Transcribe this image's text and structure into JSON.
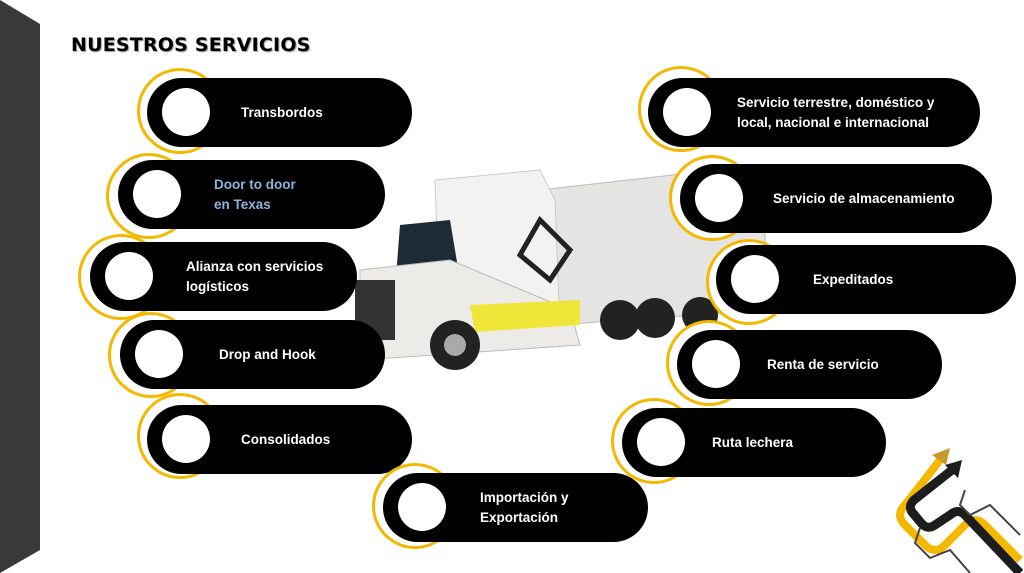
{
  "title": "NUESTROS SERVICIOS",
  "colors": {
    "accent": "#f5b800",
    "pill": "#000000",
    "link_text": "#8fb4d9",
    "sidebar": "#3a3937"
  },
  "services_left": [
    {
      "label": "Transbordos"
    },
    {
      "label": "Door to door en Texas",
      "line1": "Door to door",
      "line2": "en Texas"
    },
    {
      "label": "Alianza con servicios logísticos",
      "line1": "Alianza con servicios",
      "line2": "logísticos"
    },
    {
      "label": "Drop and Hook"
    },
    {
      "label": "Consolidados"
    },
    {
      "label": "Importación y Exportación",
      "line1": "Importación y",
      "line2": "Exportación"
    }
  ],
  "services_right": [
    {
      "label": "Servicio terrestre, doméstico y local, nacional e internacional",
      "line1": "Servicio terrestre, doméstico y",
      "line2": "local, nacional e internacional"
    },
    {
      "label": "Servicio de almacenamiento"
    },
    {
      "label": "Expeditados"
    },
    {
      "label": "Renta de servicio"
    },
    {
      "label": "Ruta lechera"
    }
  ]
}
